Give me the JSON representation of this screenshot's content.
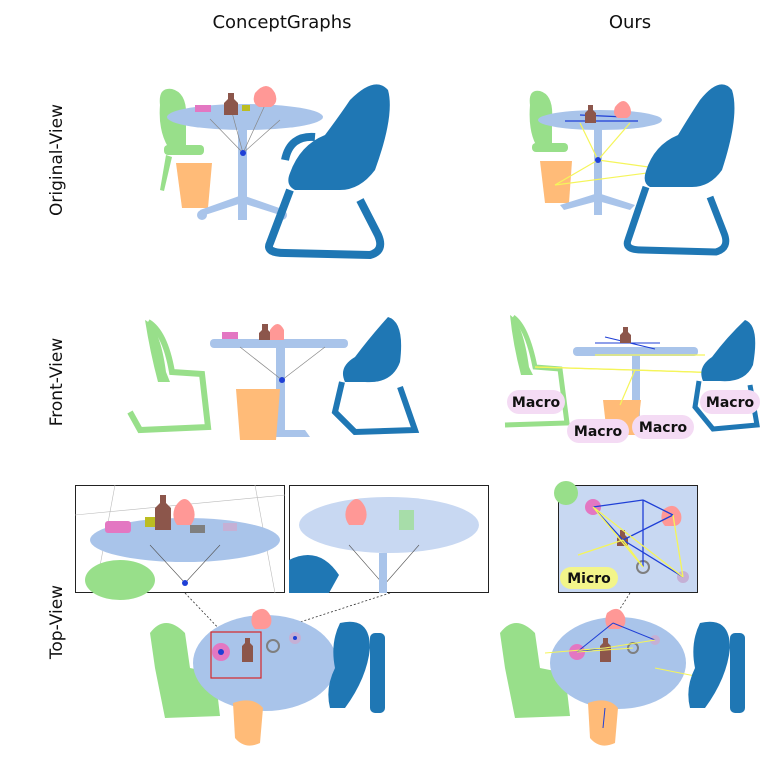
{
  "columns": {
    "left": "ConceptGraphs",
    "right": "Ours"
  },
  "rows": {
    "original": "Original-View",
    "front": "Front-View",
    "top": "Top-View"
  },
  "labels": {
    "macro": "Macro",
    "micro": "Micro"
  },
  "colors": {
    "table": "#a9c4ea",
    "chair_blue": "#1f77b4",
    "chair_green": "#98df8a",
    "bin": "#ffbb78",
    "vase": "#ff9896",
    "bottle": "#8c564b",
    "edge_yellow": "#f5f55a",
    "edge_blue": "#1f3fd6",
    "macro_bg": "#f4dbf4",
    "micro_bg": "#f3f58a"
  }
}
